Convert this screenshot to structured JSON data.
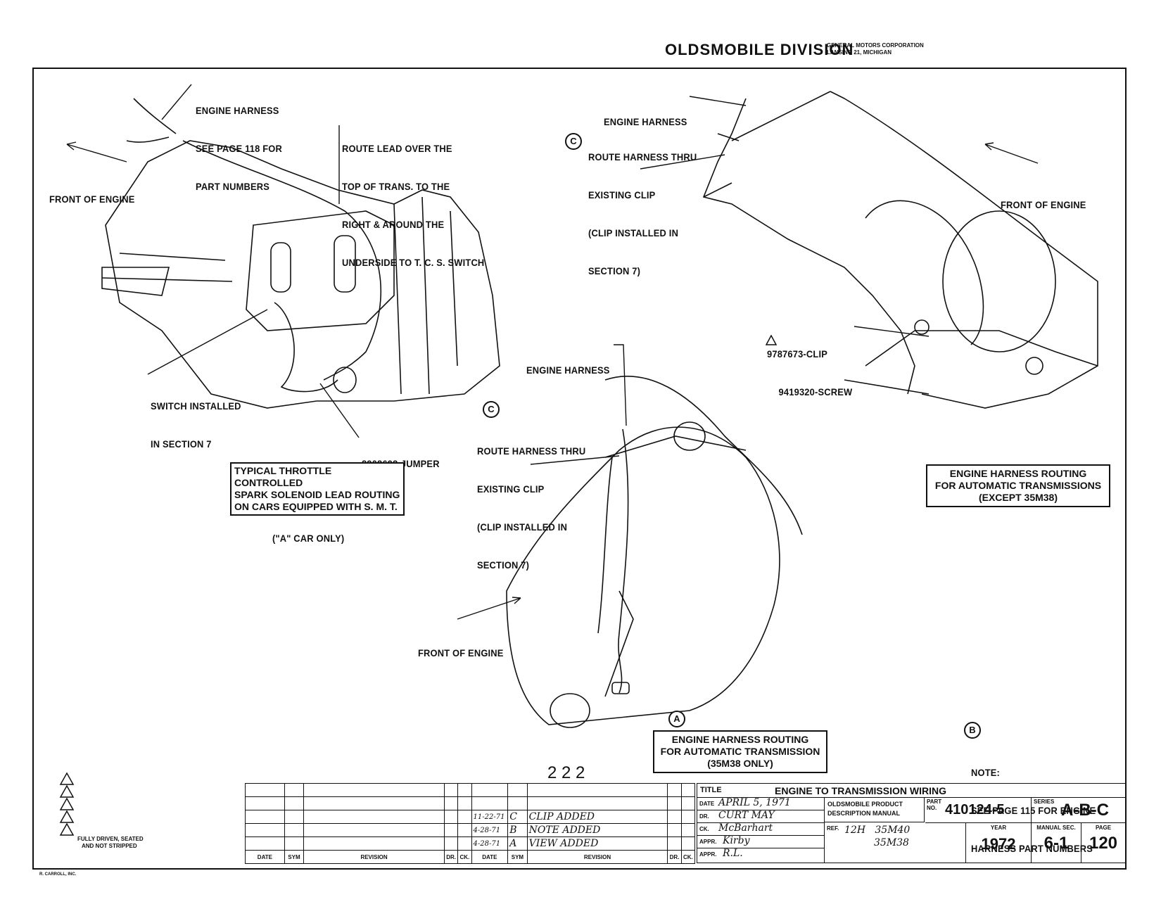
{
  "header": {
    "division": "OLDSMOBILE DIVISION",
    "corp_line1": "GENERAL MOTORS CORPORATION",
    "corp_line2": "LANSING 21, MICHIGAN"
  },
  "left_view": {
    "engine_harness": [
      "ENGINE HARNESS",
      "SEE PAGE 118 FOR",
      "PART NUMBERS"
    ],
    "route_lead": [
      "ROUTE LEAD OVER THE",
      "TOP OF TRANS. TO THE",
      "RIGHT & AROUND THE",
      "UNDERSIDE TO T. C. S. SWITCH"
    ],
    "front_of_engine": "FRONT OF ENGINE",
    "switch_installed": [
      "SWITCH INSTALLED",
      "IN SECTION 7"
    ],
    "jumper": "8908693-JUMPER",
    "caption": [
      "TYPICAL THROTTLE CONTROLLED",
      "SPARK SOLENOID LEAD ROUTING",
      "ON CARS EQUIPPED WITH S. M. T."
    ],
    "caption_note": "(\"A\" CAR ONLY)"
  },
  "right_view": {
    "engine_harness": "ENGINE HARNESS",
    "circle": "C",
    "route": [
      "ROUTE HARNESS THRU",
      "EXISTING CLIP",
      "(CLIP INSTALLED IN",
      "SECTION 7)"
    ],
    "front_of_engine": "FRONT OF ENGINE",
    "clip": "9787673-CLIP",
    "screw": "9419320-SCREW",
    "caption": [
      "ENGINE HARNESS ROUTING",
      "FOR AUTOMATIC TRANSMISSIONS",
      "(EXCEPT 35M38)"
    ]
  },
  "center_view": {
    "engine_harness": "ENGINE HARNESS",
    "circle": "C",
    "route": [
      "ROUTE HARNESS THRU",
      "EXISTING CLIP",
      "(CLIP INSTALLED IN",
      "SECTION 7)"
    ],
    "front_of_engine": "FRONT OF ENGINE",
    "circle_a": "A",
    "caption": [
      "ENGINE HARNESS ROUTING",
      "FOR AUTOMATIC TRANSMISSION",
      "(35M38 ONLY)"
    ]
  },
  "note": {
    "circle": "B",
    "lines": [
      "NOTE:",
      "SEE PAGE 115 FOR ENGINE",
      "HARNESS PART NUMBERS"
    ]
  },
  "page_stamp": "2 2 2",
  "legend": {
    "text": [
      "FULLY DRIVEN, SEATED",
      "AND NOT STRIPPED"
    ]
  },
  "title_block": {
    "col_headers": [
      "DATE",
      "SYM",
      "REVISION",
      "DR.",
      "CK.",
      "DATE",
      "SYM",
      "REVISION",
      "DR.",
      "CK."
    ],
    "revisions": [
      {
        "date": "11-22-71",
        "sym": "C",
        "text": "CLIP ADDED"
      },
      {
        "date": "4-28-71",
        "sym": "B",
        "text": "NOTE ADDED"
      },
      {
        "date": "4-28-71",
        "sym": "A",
        "text": "VIEW ADDED"
      }
    ],
    "title_label": "TITLE",
    "title": "ENGINE TO TRANSMISSION WIRING",
    "date_label": "DATE",
    "date": "APRIL 5, 1971",
    "dr_label": "DR.",
    "dr": "CURT MAY",
    "ck_label": "CK.",
    "ck": "McBarhart",
    "appr_label": "APPR.",
    "appr1": "Kirby",
    "appr2": "R.L.",
    "manual1": "OLDSMOBILE PRODUCT",
    "manual2": "DESCRIPTION MANUAL",
    "part_label": "PART NO.",
    "part_no": "410124-5",
    "series_label": "SERIES",
    "series": "A-B-C",
    "ref_label": "REF.",
    "ref1": "12H   35M40",
    "ref2": "35M38",
    "year_label": "YEAR",
    "year": "1972",
    "manual_sec_label": "MANUAL SEC.",
    "manual_sec": "6-1",
    "page_label": "PAGE",
    "page": "120"
  },
  "footer": "R. CARROLL, INC."
}
